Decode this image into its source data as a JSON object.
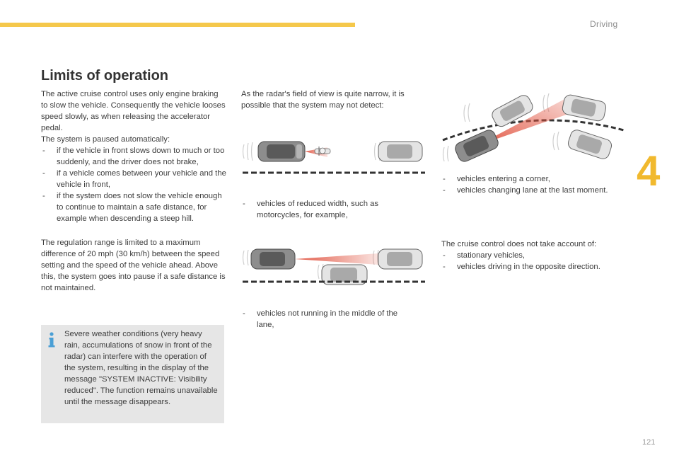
{
  "header": {
    "section": "Driving",
    "chapter_number": "4"
  },
  "page_title": "Limits of operation",
  "column1": {
    "intro": "The active cruise control uses only engine braking to slow the vehicle. Consequently the vehicle looses speed slowly, as when releasing the accelerator pedal.",
    "paused_heading": "The system is paused automatically:",
    "paused_items": [
      "if the vehicle in front slows down to much or too suddenly, and the driver does not brake,",
      "if a vehicle comes between your vehicle and the vehicle in front,",
      "if the system does not slow the vehicle enough to continue to maintain a safe distance, for example when descending a steep hill."
    ],
    "regulation": "The regulation range is limited to a maximum difference of 20 mph (30 km/h) between the speed setting and the speed of the vehicle ahead. Above this, the system goes into pause if a safe distance is not maintained."
  },
  "info_box": {
    "icon": "info-icon",
    "text": "Severe weather conditions (very heavy rain, accumulations of snow in front of the radar) can interfere with the operation of the system, resulting in the display of the message \"SYSTEM INACTIVE: Visibility reduced\". The function remains unavailable until the message disappears."
  },
  "column2": {
    "intro": "As the radar's field of view is quite narrow, it is possible that the system may not detect:",
    "item1": "vehicles of reduced width, such as motorcycles, for example,",
    "item2": "vehicles not running in the middle of the lane,"
  },
  "column3": {
    "items": [
      "vehicles entering a corner,",
      "vehicles changing lane at the last moment."
    ],
    "note_heading": "The cruise control does not take account of:",
    "note_items": [
      "stationary vehicles,",
      "vehicles driving in the opposite direction."
    ]
  },
  "colors": {
    "accent": "#f5c84b",
    "chapter": "#f1b92e",
    "radar": "#e0503c",
    "info_icon": "#4a9fd5",
    "info_bg": "#e6e6e6"
  },
  "page_number": "121"
}
